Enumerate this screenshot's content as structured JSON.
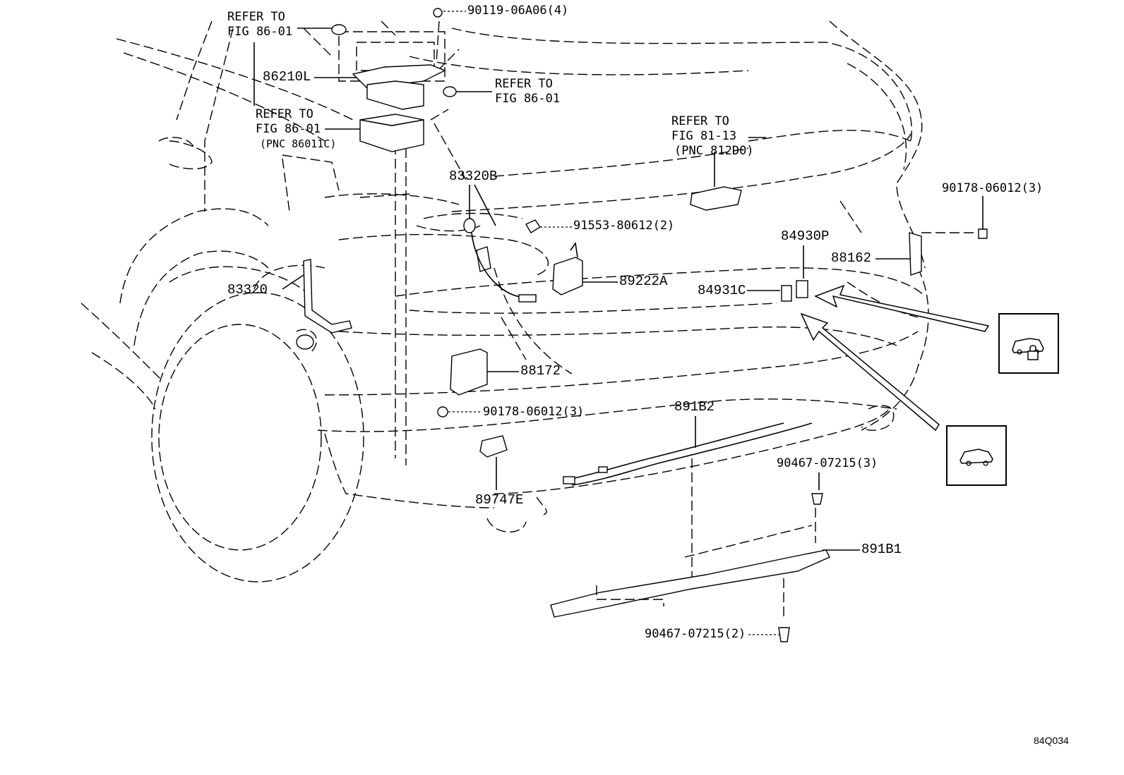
{
  "references": {
    "ref_86_01_a": {
      "line1": "REFER TO",
      "line2": "FIG 86-01"
    },
    "ref_86_01_b": {
      "line1": "REFER TO",
      "line2": "FIG 86-01"
    },
    "ref_86_01_c": {
      "line1": "REFER TO",
      "line2": "FIG 86-01",
      "line3": "(PNC 86011C)"
    },
    "ref_81_13": {
      "line1": "REFER TO",
      "line2": "FIG 81-13",
      "line3": "(PNC 812D0)"
    }
  },
  "parts": {
    "p90119": "90119-06A06(4)",
    "p86210L": "86210L",
    "p83320B": "83320B",
    "p91553": "91553-80612(2)",
    "p83320": "83320",
    "p89222A": "89222A",
    "p84930P": "84930P",
    "p84931C": "84931C",
    "p88162": "88162",
    "p90178_a": "90178-06012(3)",
    "p88172": "88172",
    "p90178_b": "90178-06012(3)",
    "p891B2": "891B2",
    "p90467_a": "90467-07215(3)",
    "p89747E": "89747E",
    "p891B1": "891B1",
    "p90467_b": "90467-07215(2)"
  },
  "figure_id": "84Q034",
  "icons": {
    "top": "vehicle-lock-icon",
    "bottom": "vehicle-icon"
  }
}
